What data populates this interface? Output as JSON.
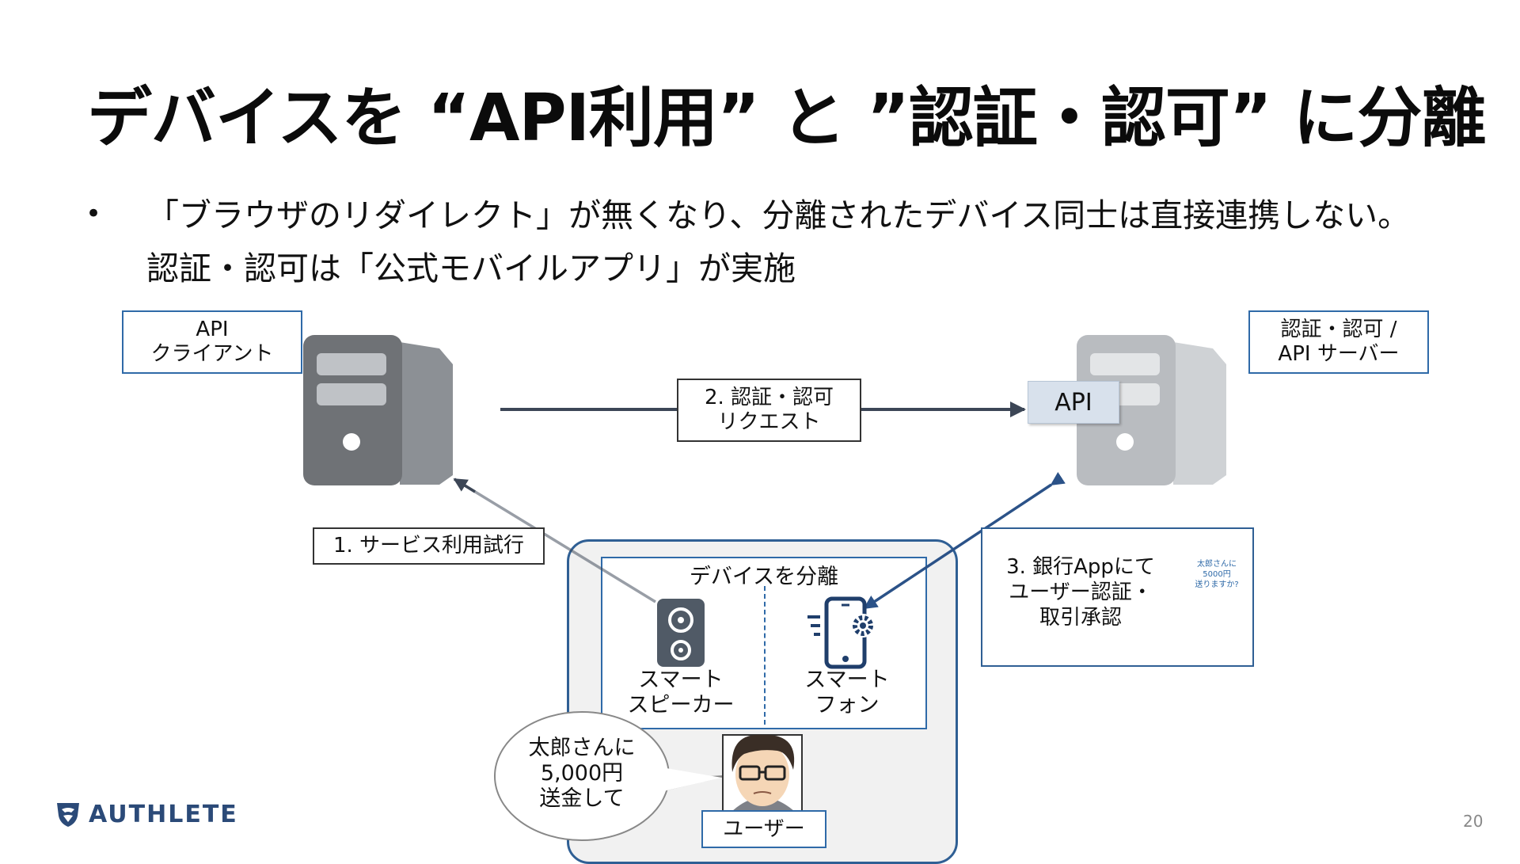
{
  "slide": {
    "title": "デバイスを “API利用” と ”認証・認可” に分離",
    "bullet_symbol": "•",
    "bullet_line1": "「ブラウザのリダイレクト」が無くなり、分離されたデバイス同士は直接連携しない。",
    "bullet_line2": "認証・認可は「公式モバイルアプリ」が実施",
    "page_number": "20"
  },
  "diagram": {
    "client_label": [
      "API",
      "クライアント"
    ],
    "server_label": [
      "認証・認可 /",
      "API サーバー"
    ],
    "api_tag": "API",
    "step1": "1. サービス利用試行",
    "step2": [
      "2. 認証・認可",
      "リクエスト"
    ],
    "step3": [
      "3. 銀行Appにて",
      "ユーザー認証・",
      "取引承認"
    ],
    "device_box_title": "デバイスを分離",
    "speaker_label": [
      "スマート",
      "スピーカー"
    ],
    "phone_label": [
      "スマート",
      "フォン"
    ],
    "phone_screen": [
      "太郎さんに",
      "5000円",
      "送りますか?"
    ],
    "speech_bubble": [
      "太郎さんに",
      "5,000円",
      "送金して"
    ],
    "user_label": "ユーザー"
  },
  "logo": {
    "text": "AUTHLETE"
  },
  "colors": {
    "accent": "#2f6aa8",
    "server_dark": "#6f7276",
    "server_light": "#b9bcc0",
    "api_tag": "#d8e1ec"
  }
}
